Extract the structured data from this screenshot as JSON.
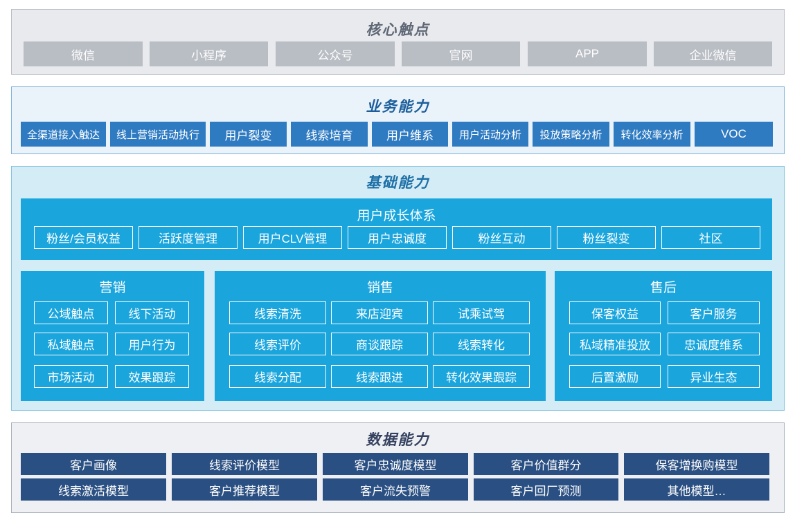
{
  "core_touchpoints": {
    "title": "核心触点",
    "items": [
      "微信",
      "小程序",
      "公众号",
      "官网",
      "APP",
      "企业微信"
    ]
  },
  "business_capability": {
    "title": "业务能力",
    "items": [
      "全渠道接入触达",
      "线上营销活动执行",
      "用户裂变",
      "线索培育",
      "用户维系",
      "用户活动分析",
      "投放策略分析",
      "转化效率分析",
      "VOC"
    ]
  },
  "foundation_capability": {
    "title": "基础能力",
    "user_growth": {
      "title": "用户成长体系",
      "items": [
        "粉丝/会员权益",
        "活跃度管理",
        "用户CLV管理",
        "用户忠诚度",
        "粉丝互动",
        "粉丝裂变",
        "社区"
      ]
    },
    "marketing": {
      "title": "营销",
      "items": [
        "公域触点",
        "线下活动",
        "私域触点",
        "用户行为",
        "市场活动",
        "效果跟踪"
      ]
    },
    "sales": {
      "title": "销售",
      "items": [
        "线索清洗",
        "来店迎宾",
        "试乘试驾",
        "线索评价",
        "商谈跟踪",
        "线索转化",
        "线索分配",
        "线索跟进",
        "转化效果跟踪"
      ]
    },
    "after_sales": {
      "title": "售后",
      "items": [
        "保客权益",
        "客户服务",
        "私域精准投放",
        "忠诚度维系",
        "后置激励",
        "异业生态"
      ]
    }
  },
  "data_capability": {
    "title": "数据能力",
    "items": [
      "客户画像",
      "线索评价模型",
      "客户忠诚度模型",
      "客户价值群分",
      "保客增换购模型",
      "线索激活模型",
      "客户推荐模型",
      "客户流失预警",
      "客户回厂预测",
      "其他模型…"
    ]
  },
  "colors": {
    "core_bg": "#e8eaee",
    "core_box": "#b9bdc4",
    "business_bg": "#eaf3fa",
    "business_box": "#2f7bc2",
    "foundation_bg": "#d4ecf6",
    "foundation_panel": "#1aa5dd",
    "data_bg": "#eef0f4",
    "data_box": "#2a4f82"
  }
}
